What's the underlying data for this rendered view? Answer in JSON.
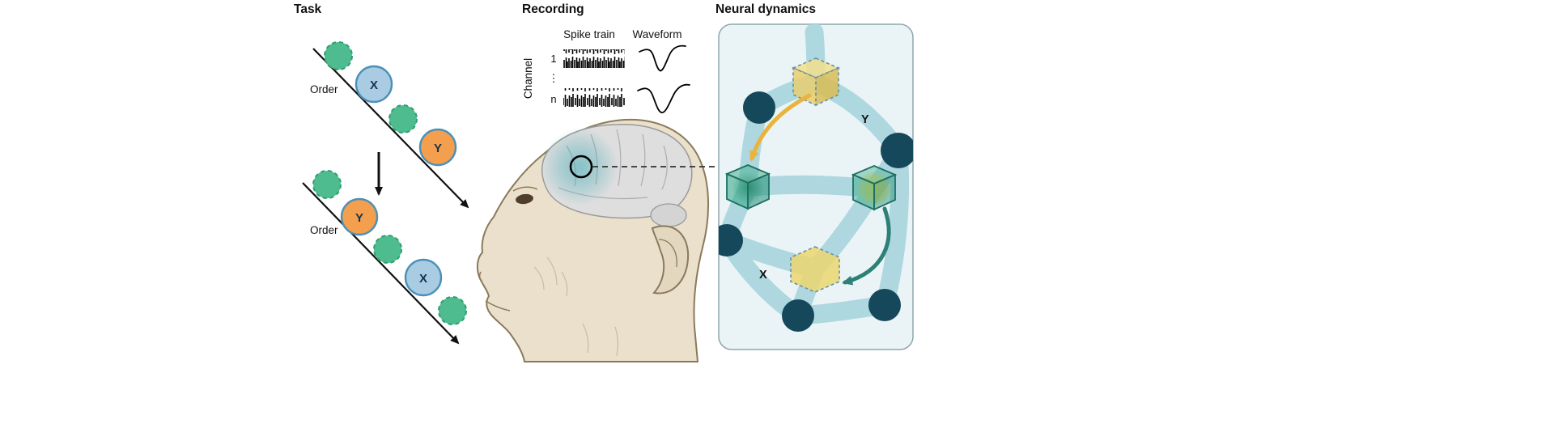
{
  "task": {
    "title": "Task",
    "sequences": [
      {
        "order_label": "Order",
        "items": [
          {
            "kind": "distractor",
            "label": ""
          },
          {
            "kind": "stimulus",
            "label": "X"
          },
          {
            "kind": "distractor",
            "label": ""
          },
          {
            "kind": "stimulus",
            "label": "Y"
          }
        ]
      },
      {
        "order_label": "Order",
        "items": [
          {
            "kind": "distractor",
            "label": ""
          },
          {
            "kind": "stimulus",
            "label": "Y"
          },
          {
            "kind": "distractor",
            "label": ""
          },
          {
            "kind": "stimulus",
            "label": "X"
          },
          {
            "kind": "distractor",
            "label": ""
          }
        ]
      }
    ]
  },
  "recording": {
    "title": "Recording",
    "columns": {
      "spike_train": "Spike train",
      "waveform": "Waveform"
    },
    "channel_axis": {
      "label": "Channel",
      "first": "1",
      "ellipsis": "⋮",
      "last": "n"
    }
  },
  "neural_dynamics": {
    "title": "Neural dynamics",
    "labels": {
      "y_state": "Y",
      "x_state": "X"
    }
  },
  "colors": {
    "distractor_green": "#4EBC8E",
    "distractor_border": "#2E9E74",
    "stimulus_blue": "#A9CCE3",
    "stimulus_orange": "#F49F4D",
    "stimulus_border": "#4A90B8",
    "node_dark_teal": "#16485C",
    "edge_light_blue": "#ABD6DF",
    "panel_bg": "#EAF4F6",
    "cube_yellow": "#EFD36B",
    "cube_green": "#2FA584",
    "arrow_yellow": "#E9B33C",
    "arrow_teal": "#2E8076",
    "monkey_skin": "#EAE0CC",
    "brain_gray": "#DEDEDE",
    "highlight_teal": "#3EAAB6"
  }
}
